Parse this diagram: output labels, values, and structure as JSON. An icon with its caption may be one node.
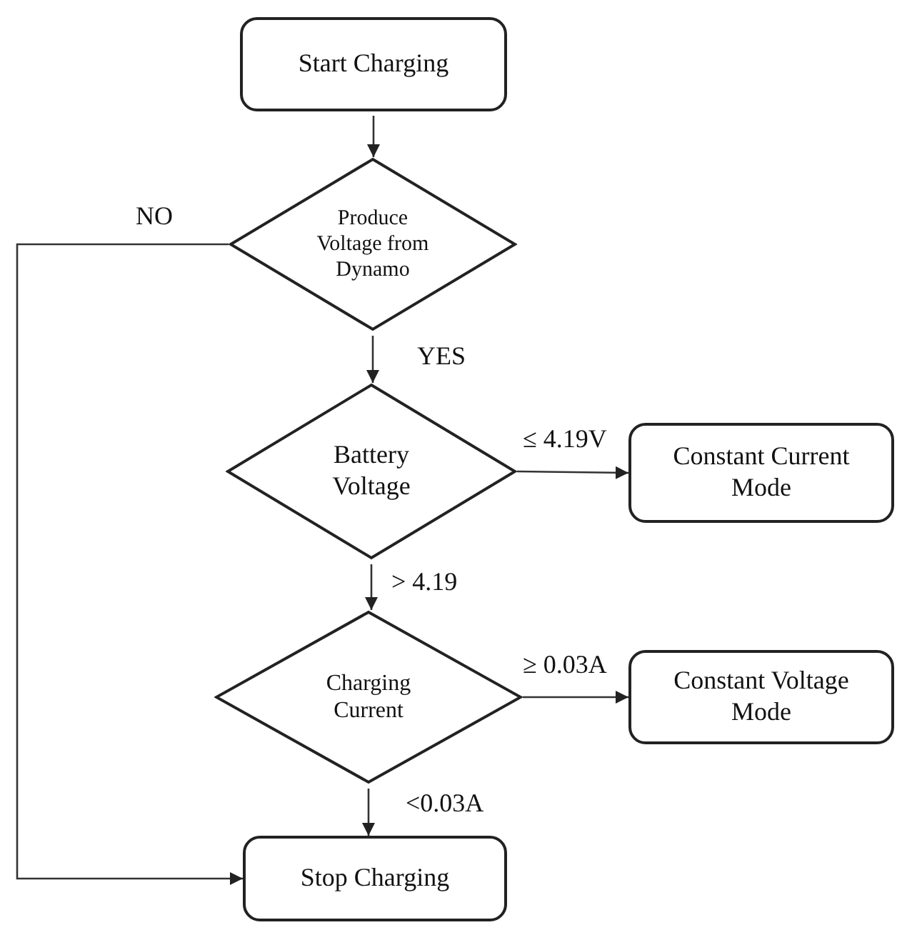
{
  "diagram": {
    "nodes": [
      {
        "text": [
          "Start Charging"
        ]
      },
      {
        "text": [
          "Produce Voltage from Dynamo"
        ]
      },
      {
        "text": [
          "Battery Voltage"
        ]
      },
      {
        "text": [
          "Constant Current Mode"
        ]
      },
      {
        "text": [
          "Charging Current"
        ]
      },
      {
        "text": [
          "Constant Voltage Mode"
        ]
      },
      {
        "text": [
          "Stop Charging"
        ]
      }
    ],
    "edges": [
      {
        "from": 0,
        "to": 1,
        "arrow": "to"
      },
      {
        "from": 1,
        "to": 6,
        "arrow": "to",
        "label": "NO"
      },
      {
        "from": 1,
        "to": 2,
        "arrow": "to",
        "label": "YES"
      },
      {
        "from": 2,
        "to": 3,
        "arrow": "to",
        "label": "≤ 4.19V"
      },
      {
        "from": 2,
        "to": 4,
        "arrow": "to",
        "label": "> 4.19"
      },
      {
        "from": 4,
        "to": 5,
        "arrow": "to",
        "label": "≥ 0.03A"
      },
      {
        "from": 4,
        "to": 6,
        "arrow": "to",
        "label": "<0.03A"
      }
    ]
  }
}
